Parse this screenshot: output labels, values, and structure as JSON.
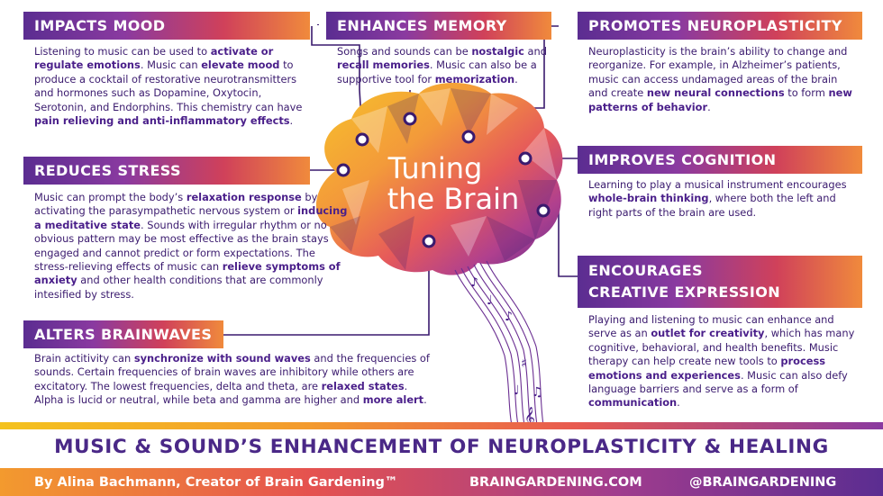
{
  "impacts_mood": {
    "title": "IMPACTS MOOD",
    "body": [
      {
        "t": "Listening to music can be used to "
      },
      {
        "t": "activate or regulate emotions",
        "b": true
      },
      {
        "t": ". Music can "
      },
      {
        "t": "elevate mood",
        "b": true
      },
      {
        "t": " to produce a cocktail of restorative neurotransmitters and hormones such as Dopamine, Oxytocin, Serotonin, and Endorphins. This chemistry can have "
      },
      {
        "t": "pain relieving and anti-inflammatory effects",
        "b": true
      },
      {
        "t": "."
      }
    ]
  },
  "enhances_memory": {
    "title": "ENHANCES MEMORY",
    "body": [
      {
        "t": "Songs and sounds can be "
      },
      {
        "t": "nostalgic",
        "b": true
      },
      {
        "t": " and "
      },
      {
        "t": "recall memories",
        "b": true
      },
      {
        "t": ". Music can also be a supportive tool for "
      },
      {
        "t": "memorization",
        "b": true
      },
      {
        "t": "."
      }
    ]
  },
  "promotes_neuroplasticity": {
    "title": "PROMOTES NEUROPLASTICITY",
    "body": [
      {
        "t": "Neuroplasticity is the brain’s ability to change and reorganize. For example, in Alzheimer’s patients, music can access undamaged areas of the brain and create "
      },
      {
        "t": "new neural connections",
        "b": true
      },
      {
        "t": " to form "
      },
      {
        "t": "new patterns of behavior",
        "b": true
      },
      {
        "t": "."
      }
    ]
  },
  "reduces_stress": {
    "title": "REDUCES STRESS",
    "body": [
      {
        "t": "Music can prompt the body’s "
      },
      {
        "t": "relaxation response",
        "b": true
      },
      {
        "t": " by activating the parasympathetic nervous system or "
      },
      {
        "t": "inducing a meditative state",
        "b": true
      },
      {
        "t": ". Sounds with irregular rhythm or no obvious pattern may be most effective as the brain stays engaged and cannot predict or form expectations. The stress-relieving effects of music can "
      },
      {
        "t": "relieve symptoms of anxiety",
        "b": true
      },
      {
        "t": " and other health conditions that are commonly intesified by stress."
      }
    ]
  },
  "improves_cognition": {
    "title": "IMPROVES COGNITION",
    "body": [
      {
        "t": "Learning to play a musical instrument encourages "
      },
      {
        "t": "whole-brain thinking",
        "b": true
      },
      {
        "t": ", where both the left and right parts of the brain are used."
      }
    ]
  },
  "alters_brainwaves": {
    "title": "ALTERS BRAINWAVES",
    "body": [
      {
        "t": "Brain actitivity can "
      },
      {
        "t": "synchronize with sound waves",
        "b": true
      },
      {
        "t": " and the frequencies of sounds. Certain frequencies of brain waves are inhibitory while others are excitatory. The lowest frequencies, delta and theta, are "
      },
      {
        "t": "relaxed states",
        "b": true
      },
      {
        "t": ". Alpha is lucid or neutral, while beta and gamma are higher and "
      },
      {
        "t": "more alert",
        "b": true
      },
      {
        "t": "."
      }
    ]
  },
  "encourages_creative": {
    "title_line1": "ENCOURAGES",
    "title_line2": "CREATIVE EXPRESSION",
    "body": [
      {
        "t": "Playing and listening to music can enhance and serve as an "
      },
      {
        "t": "outlet for creativity",
        "b": true
      },
      {
        "t": ", which has many cognitive, behavioral, and health benefits. Music therapy can help create new tools to "
      },
      {
        "t": "process emotions and experiences",
        "b": true
      },
      {
        "t": ". Music can also defy language barriers and serve as a form of "
      },
      {
        "t": "communication",
        "b": true
      },
      {
        "t": "."
      }
    ]
  },
  "brain": {
    "title_line1": "Tuning",
    "title_line2": "the Brain"
  },
  "banner": {
    "title": "MUSIC & SOUND’S ENHANCEMENT OF NEUROPLASTICITY & HEALING",
    "byline": "By Alina Bachmann, Creator of Brain Gardening™",
    "website": "BRAINGARDENING.COM",
    "handle": "@BRAINGARDENING"
  },
  "icons": [
    "music-note-icon",
    "sharp-icon",
    "treble-clef-icon",
    "brain-icon"
  ]
}
